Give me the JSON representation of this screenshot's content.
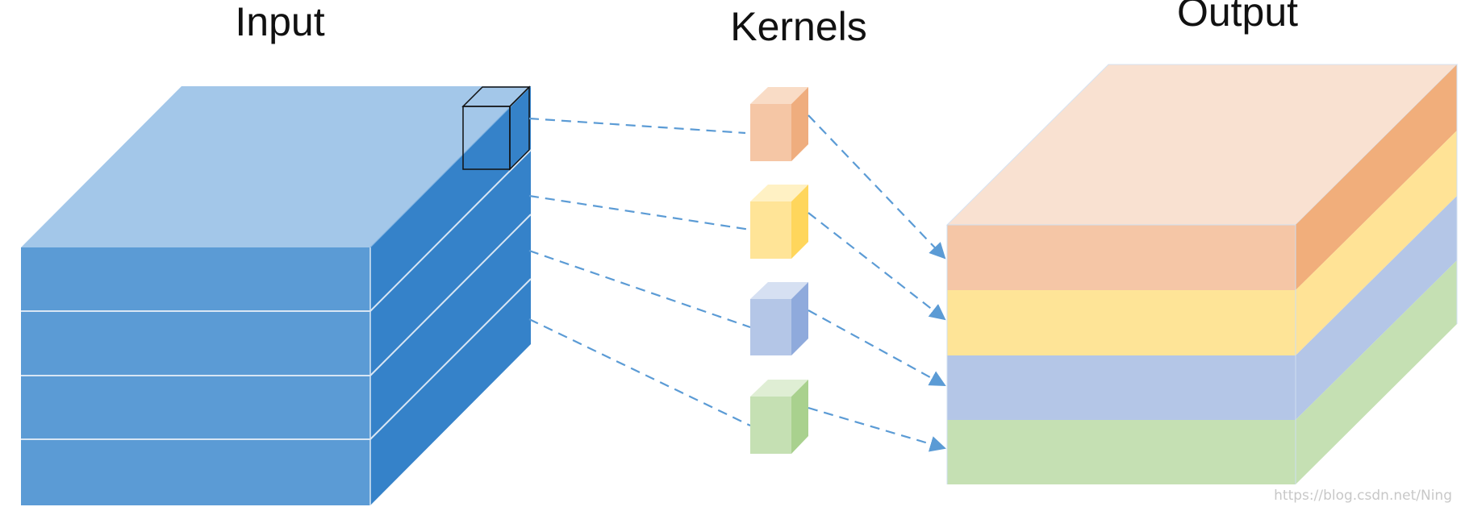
{
  "titles": {
    "input": "Input",
    "kernels": "Kernels",
    "output": "Output"
  },
  "watermark": "https://blog.csdn.net/Ning",
  "colors": {
    "input_top": "#a3c7e9",
    "input_front": "#5b9bd5",
    "input_side": "#3582c9",
    "arrow": "#5b9bd5",
    "orange": "#f5c6a5",
    "yellow": "#ffe497",
    "blue": "#b4c6e7",
    "green": "#c5e0b3"
  },
  "kernels": [
    {
      "name": "kernel-orange",
      "color": "orange"
    },
    {
      "name": "kernel-yellow",
      "color": "yellow"
    },
    {
      "name": "kernel-blue",
      "color": "blue"
    },
    {
      "name": "kernel-green",
      "color": "green"
    }
  ],
  "output_layers": [
    "orange",
    "yellow",
    "blue",
    "green"
  ]
}
